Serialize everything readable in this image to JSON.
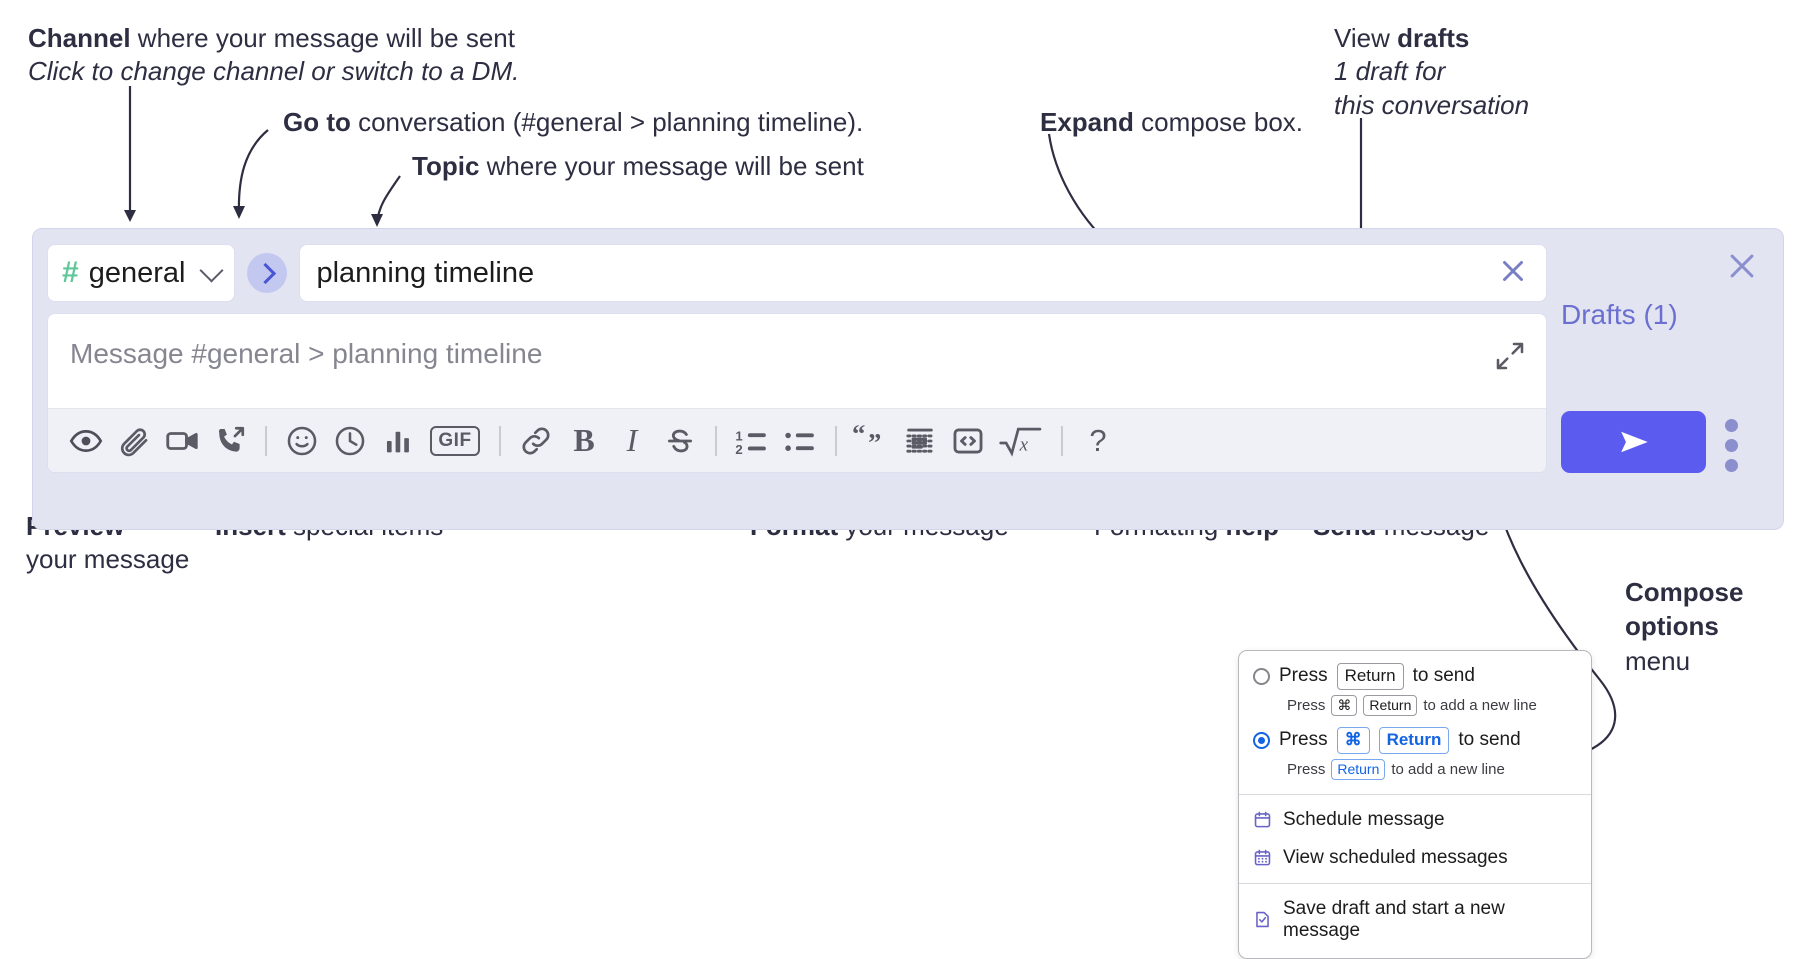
{
  "annotations": {
    "channel": {
      "bold": "Channel",
      "rest": " where your message will be sent",
      "italic": "Click to change channel or switch to a DM."
    },
    "goto": {
      "bold": "Go to",
      "rest": " conversation (#general > planning timeline)."
    },
    "topic": {
      "bold": "Topic",
      "rest": " where your message will be sent"
    },
    "expand": {
      "bold": "Expand",
      "rest": " compose box."
    },
    "drafts": {
      "line1_plain": "View ",
      "line1_bold": "drafts",
      "line2": "1 draft for",
      "line3": "this conversation"
    },
    "preview": {
      "bold": "Preview",
      "rest": "your message"
    },
    "insert": {
      "bold": "Insert",
      "rest": " special items"
    },
    "format": {
      "bold": "Format",
      "rest": " your message"
    },
    "help": {
      "plain": "Formatting ",
      "bold": "help"
    },
    "send": {
      "bold": "Send",
      "rest": " message"
    },
    "compose_options": {
      "bold1": "Compose",
      "bold2": "options",
      "rest": "menu"
    }
  },
  "compose": {
    "channel_name": "general",
    "hash_icon": "hash-icon",
    "topic_value": "planning timeline",
    "message_placeholder": "Message #general > planning timeline",
    "drafts_label": "Drafts (1)",
    "toolbar_items": [
      {
        "name": "preview-icon",
        "title": "Preview"
      },
      {
        "name": "attachment-icon",
        "title": "Attach"
      },
      {
        "name": "video-icon",
        "title": "Video"
      },
      {
        "name": "phone-forward-icon",
        "title": "Call"
      },
      {
        "name": "emoji-icon",
        "title": "Emoji"
      },
      {
        "name": "clock-icon",
        "title": "Reminder"
      },
      {
        "name": "poll-icon",
        "title": "Poll"
      },
      {
        "name": "gif-icon",
        "title": "GIF"
      },
      {
        "name": "link-icon",
        "title": "Link"
      },
      {
        "name": "bold-icon",
        "title": "Bold"
      },
      {
        "name": "italic-icon",
        "title": "Italic"
      },
      {
        "name": "strikethrough-icon",
        "title": "Strikethrough"
      },
      {
        "name": "ordered-list-icon",
        "title": "Ordered list"
      },
      {
        "name": "bulleted-list-icon",
        "title": "Bulleted list"
      },
      {
        "name": "blockquote-icon",
        "title": "Blockquote"
      },
      {
        "name": "code-block-icon",
        "title": "Code block"
      },
      {
        "name": "inline-code-icon",
        "title": "Code"
      },
      {
        "name": "math-icon",
        "title": "Math"
      },
      {
        "name": "help-icon",
        "title": "Formatting help"
      }
    ],
    "gif_label": "GIF",
    "bold_label": "B",
    "italic_label": "I",
    "help_label": "?"
  },
  "options_menu": {
    "option1": {
      "pre": "Press",
      "key": "Return",
      "post": "to send",
      "selected": false,
      "sub_pre": "Press",
      "sub_key1": "⌘",
      "sub_key2": "Return",
      "sub_post": "to add a new line"
    },
    "option2": {
      "pre": "Press",
      "key1": "⌘",
      "key2": "Return",
      "post": "to send",
      "selected": true,
      "sub_pre": "Press",
      "sub_key": "Return",
      "sub_post": "to add a new line"
    },
    "items": [
      {
        "label": "Schedule message",
        "icon": "calendar-icon"
      },
      {
        "label": "View scheduled messages",
        "icon": "calendar-grid-icon"
      },
      {
        "label": "Save draft and start a new message",
        "icon": "document-check-icon"
      }
    ]
  },
  "colors": {
    "panel_bg": "#e2e4f2",
    "send_button": "#5b5bef",
    "drafts_text": "#6b6fd0",
    "hash_green": "#5fc79a",
    "accent_blue": "#1264e3"
  }
}
